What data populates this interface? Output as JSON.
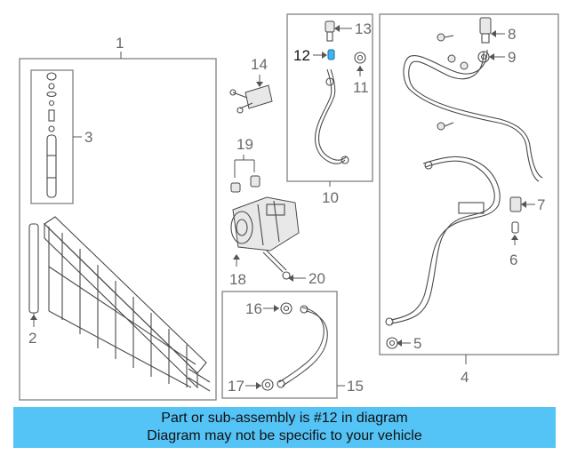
{
  "callouts": {
    "c1": "1",
    "c2": "2",
    "c3": "3",
    "c4": "4",
    "c5": "5",
    "c6": "6",
    "c7": "7",
    "c8": "8",
    "c9": "9",
    "c10": "10",
    "c11": "11",
    "c12": "12",
    "c13": "13",
    "c14": "14",
    "c15": "15",
    "c16": "16",
    "c17": "17",
    "c18": "18",
    "c19": "19",
    "c20": "20"
  },
  "highlight_part": "12",
  "colors": {
    "banner_bg": "#54c3f6",
    "highlight": "#3fb6f0"
  },
  "banner": {
    "line1": "Part or sub-assembly is #12 in diagram",
    "line2": "Diagram may not be specific to your vehicle"
  }
}
